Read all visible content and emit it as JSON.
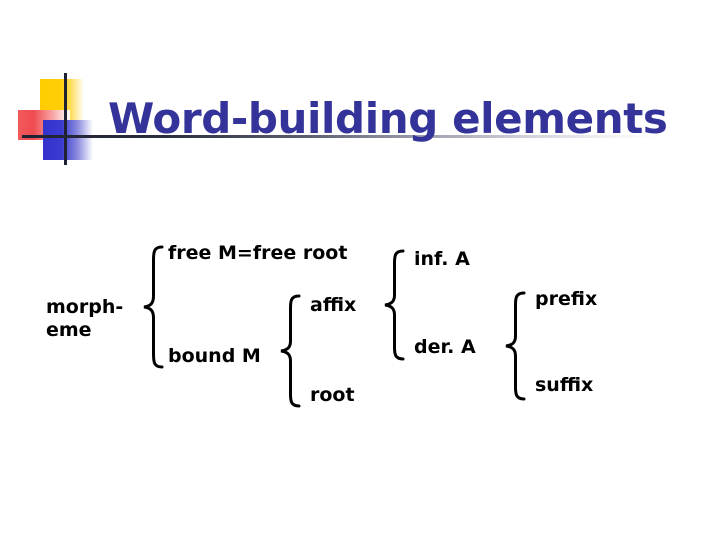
{
  "slide": {
    "title": "Word-building elements",
    "background_color": "#ffffff",
    "title_color": "#333399",
    "text_color": "#000000"
  },
  "decoration": {
    "yellow_square_color": "#ffcc00",
    "red_square_color": "#ef4b52",
    "blue_square_color": "#3333cc",
    "rule_color": "#1f2233"
  },
  "diagram": {
    "type": "bracket-tree",
    "nodes": {
      "morpheme_line1": "morph-",
      "morpheme_line2": "eme",
      "free_root": "free M=free root",
      "bound_m": "bound M",
      "affix": "affix",
      "root": "root",
      "inflectional_affix": "inf. A",
      "derivational_affix": "der. A",
      "prefix": "prefix",
      "suffix": "suffix"
    },
    "braces": {
      "brace_morpheme": "{",
      "brace_bound_m": "{",
      "brace_affix": "{",
      "brace_der_a": "{"
    }
  }
}
